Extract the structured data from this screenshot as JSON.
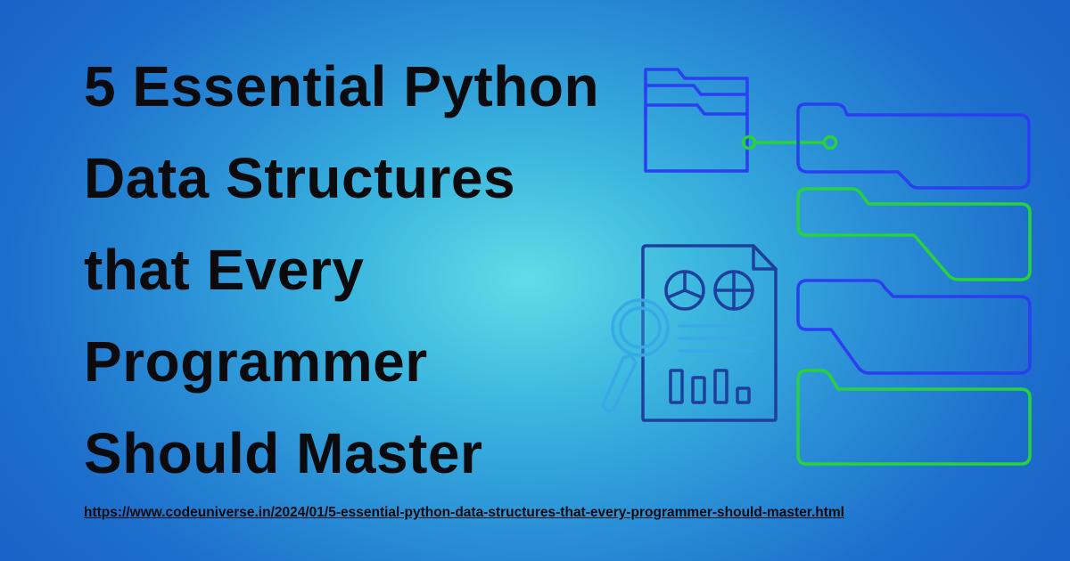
{
  "headline": {
    "lines": [
      "5 Essential Python",
      "Data Structures",
      "that Every",
      "Programmer",
      "Should Master"
    ]
  },
  "link": {
    "url": "https://www.codeuniverse.in/2024/01/5-essential-python-data-structures-that-every-programmer-should-master.html"
  },
  "illustration": {
    "icons": [
      "folder-stack-icon",
      "connector-icon",
      "report-document-icon",
      "magnifier-icon",
      "tab-panel-icon"
    ],
    "colors": {
      "blue_stroke": "#2a3ff0",
      "green_stroke": "#28d23c",
      "navy_stroke": "#1e3f9a",
      "teal_stroke": "#39a9e6"
    }
  },
  "colors": {
    "text": "#0b0b0d",
    "background_center": "#5fdde6",
    "background_edge": "#1a63c8"
  }
}
